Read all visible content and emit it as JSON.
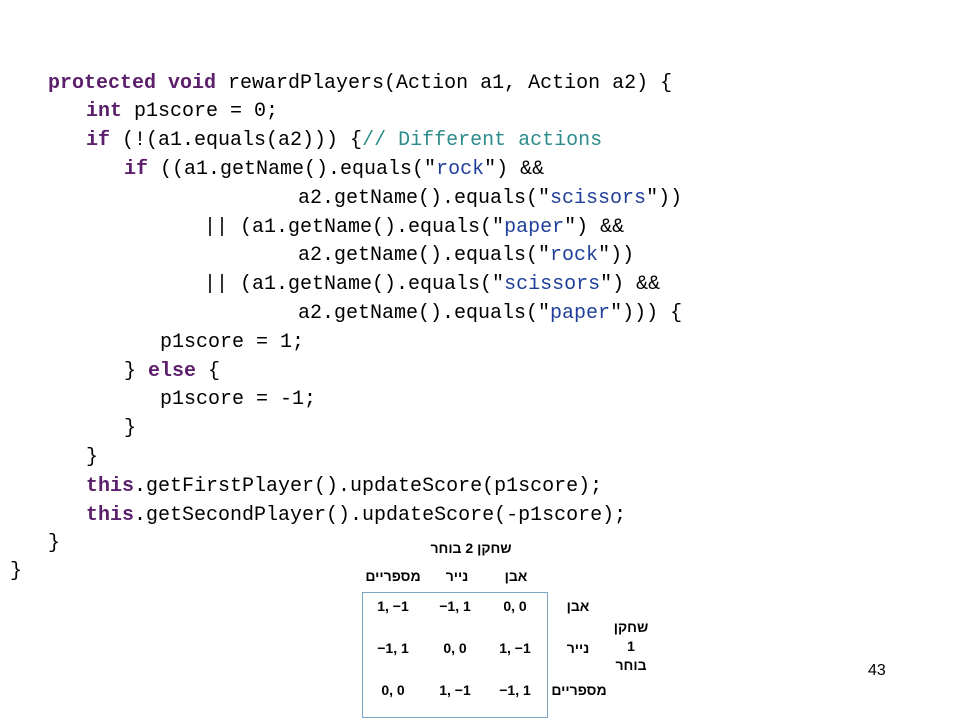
{
  "code": {
    "lines": [
      [
        {
          "t": "protected void ",
          "c": "kw"
        },
        {
          "t": "rewardPlayers(Action a1, Action a2) {",
          "c": "pl"
        }
      ],
      [
        {
          "t": "int ",
          "c": "kw"
        },
        {
          "t": "p1score = 0;",
          "c": "pl"
        }
      ],
      [
        {
          "t": "if ",
          "c": "kw"
        },
        {
          "t": "(!(a1.equals(a2))) {",
          "c": "pl"
        },
        {
          "t": "// Different actions",
          "c": "cmt"
        }
      ],
      [
        {
          "t": "if ",
          "c": "kw"
        },
        {
          "t": "((a1.getName().equals(\"",
          "c": "pl"
        },
        {
          "t": "rock",
          "c": "str"
        },
        {
          "t": "\") &&",
          "c": "pl"
        }
      ],
      [
        {
          "t": "a2.getName().equals(\"",
          "c": "pl"
        },
        {
          "t": "scissors",
          "c": "str"
        },
        {
          "t": "\"))",
          "c": "pl"
        }
      ],
      [
        {
          "t": "|| (a1.getName().equals(\"",
          "c": "pl"
        },
        {
          "t": "paper",
          "c": "str"
        },
        {
          "t": "\") &&",
          "c": "pl"
        }
      ],
      [
        {
          "t": "a2.getName().equals(\"",
          "c": "pl"
        },
        {
          "t": "rock",
          "c": "str"
        },
        {
          "t": "\"))",
          "c": "pl"
        }
      ],
      [
        {
          "t": "|| (a1.getName().equals(\"",
          "c": "pl"
        },
        {
          "t": "scissors",
          "c": "str"
        },
        {
          "t": "\") &&",
          "c": "pl"
        }
      ],
      [
        {
          "t": "a2.getName().equals(\"",
          "c": "pl"
        },
        {
          "t": "paper",
          "c": "str"
        },
        {
          "t": "\"))) {",
          "c": "pl"
        }
      ],
      [
        {
          "t": "p1score = 1;",
          "c": "pl"
        }
      ],
      [
        {
          "t": "} ",
          "c": "pl"
        },
        {
          "t": "else ",
          "c": "kw"
        },
        {
          "t": "{",
          "c": "pl"
        }
      ],
      [
        {
          "t": "p1score = -1;",
          "c": "pl"
        }
      ],
      [
        {
          "t": "}",
          "c": "pl"
        }
      ],
      [
        {
          "t": "}",
          "c": "pl"
        }
      ],
      [
        {
          "t": "this",
          "c": "kw"
        },
        {
          "t": ".getFirstPlayer().updateScore(p1score);",
          "c": "pl"
        }
      ],
      [
        {
          "t": "this",
          "c": "kw"
        },
        {
          "t": ".getSecondPlayer().updateScore(-p1score);",
          "c": "pl"
        }
      ],
      [
        {
          "t": "}",
          "c": "pl"
        }
      ],
      [
        {
          "t": "}",
          "c": "pl"
        }
      ]
    ]
  },
  "payoff_table": {
    "player2_header": "שחקן 2 בוחר",
    "column_headers": [
      "אבן",
      "נייר",
      "מספריים"
    ],
    "row_headers": [
      "אבן",
      "נייר",
      "מספריים"
    ],
    "player1_label": [
      "שחקן",
      "1",
      "בוחר"
    ],
    "rows": [
      [
        "0, 0",
        "−1, 1",
        "1, −1"
      ],
      [
        "1, −1",
        "0, 0",
        "−1, 1"
      ],
      [
        "−1, 1",
        "1, −1",
        "0, 0"
      ]
    ]
  },
  "page_number": "43",
  "colors": {
    "keyword": "#5b1f6b",
    "string": "#1f3f9a",
    "comment": "#2e8b8b",
    "table_border": "#7aa6c2"
  }
}
